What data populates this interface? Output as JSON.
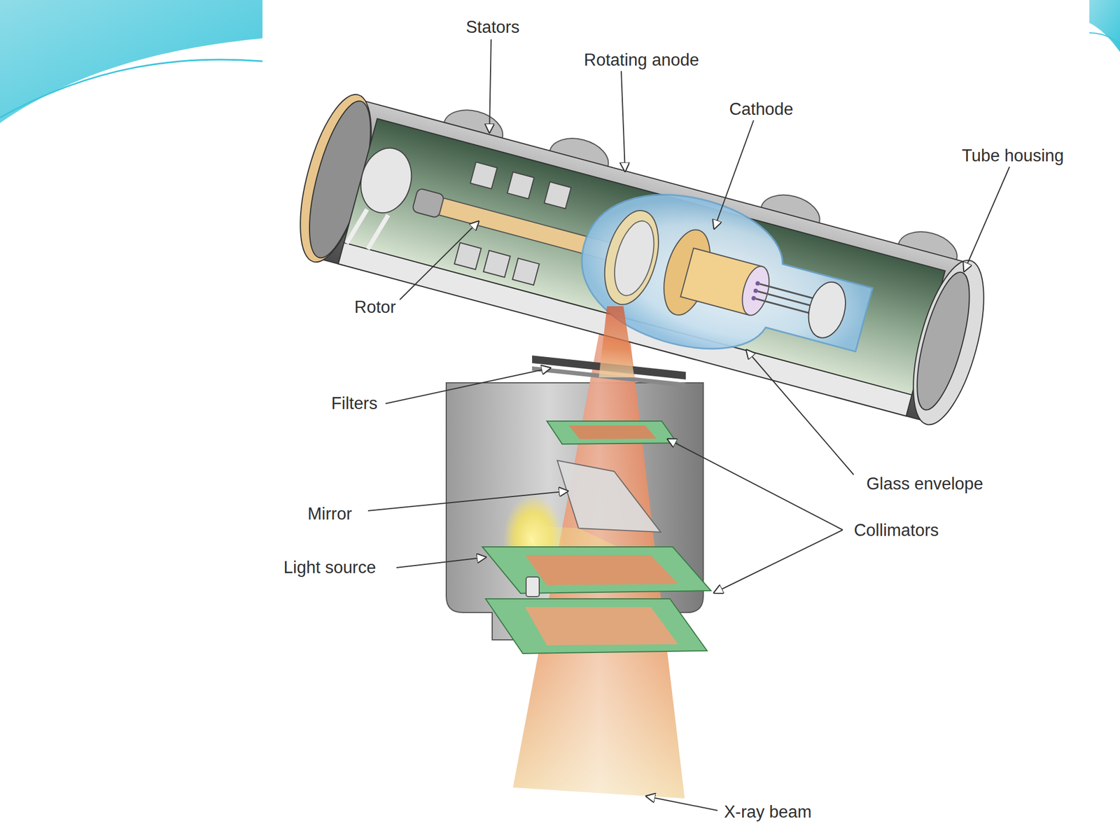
{
  "diagram": {
    "labels": [
      "Stators",
      "Rotating anode",
      "Cathode",
      "Tube housing",
      "Rotor",
      "Filters",
      "Glass envelope",
      "Mirror",
      "Collimators",
      "Light source",
      "X-ray beam"
    ]
  }
}
